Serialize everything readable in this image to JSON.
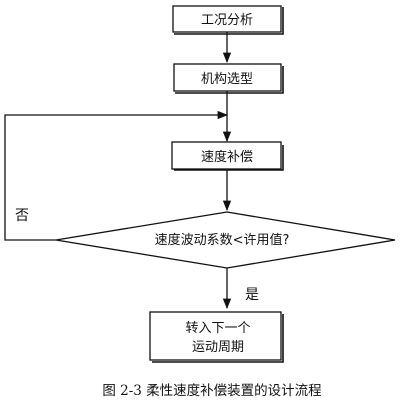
{
  "nodes": {
    "analysis": "工况分析",
    "selection": "机构选型",
    "compensation": "速度补偿",
    "decision": "速度波动系数<许用值?",
    "next_line1": "转入下一个",
    "next_line2": "运动周期"
  },
  "edges": {
    "no": "否",
    "yes": "是"
  },
  "caption": "图 2-3 柔性速度补偿装置的设计流程",
  "colors": {
    "stroke": "#111111",
    "fill": "#ffffff"
  }
}
